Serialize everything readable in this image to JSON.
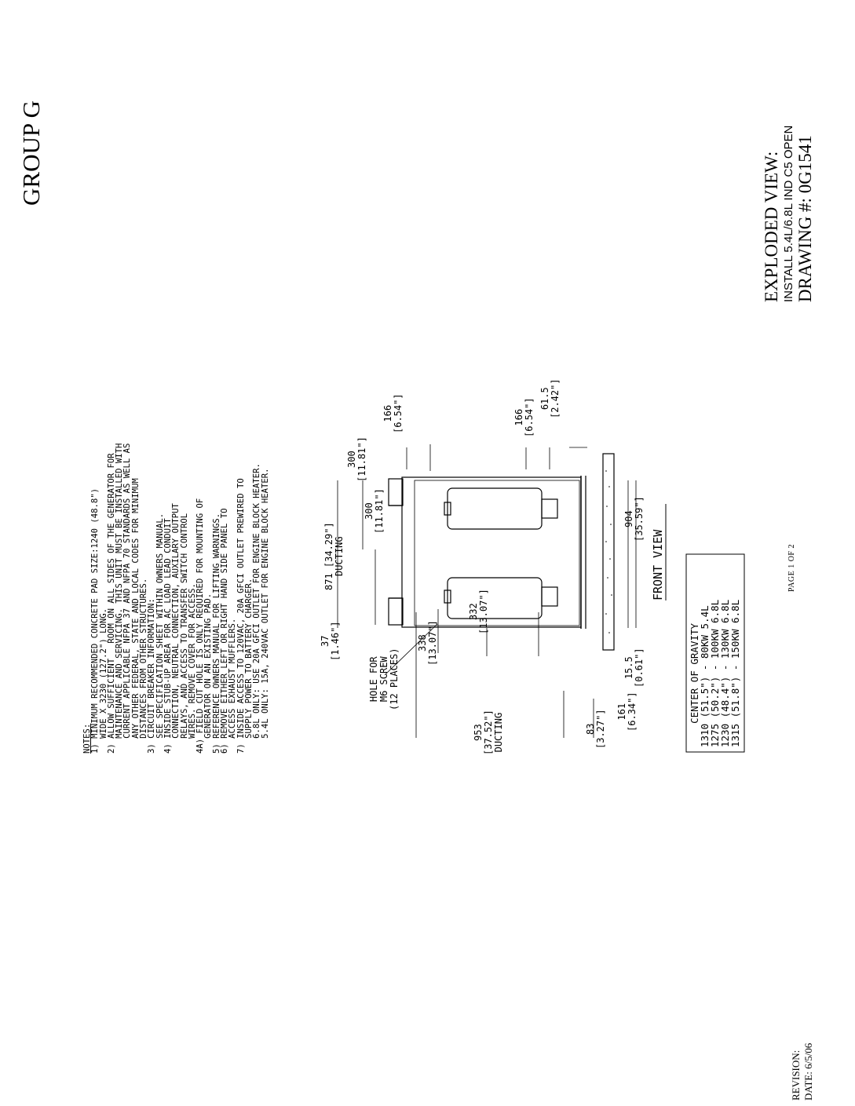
{
  "header": {
    "group_title": "GROUP G"
  },
  "title_block": {
    "exploded_view": "EXPLODED VIEW:",
    "install_label": "INSTALL 5.4L/6.8L IND C5 OPEN",
    "drawing_number": "DRAWING #: 0G1541"
  },
  "footer": {
    "page_label": "PAGE 1 OF 2",
    "revision": "REVISION:",
    "date": "DATE: 6/5/06"
  },
  "notes": {
    "heading": "NOTES:",
    "lines": [
      "1) MINIMUM RECOMMENDED CONCRETE PAD SIZE:1240 (48.8\")",
      "   WIDE X 3230 (127.2\") LONG.",
      "2) ALLOW SUFFICIENT   ROOM ON ALL SIDES OF THE GENERATOR FOR",
      "   MAINTENANCE AND SERVICING. THIS UNIT MUST BE INSTALLED WITH",
      "   CURRENT APPLICABLE NFPA 37 AND NFPA 70 STANDARDS AS WELL AS",
      "   ANY OTHER FEDERAL, STATE AND LOCAL CODES FOR MINIMUM",
      "   DISTANCES FROM OTHER STRUCTURES.",
      "3) CIRCUIT BREAKER INFORMATION:",
      "   SEE SPECIFICATION SHEET WITHIN OWNERS MANUAL.",
      "4) INSIDE STUB-UP AREA FOR AC LOAD LEAD CONDUIT",
      "   CONNECTION, NEUTRAL CONNECTION, AUXILARY OUTPUT",
      "   RELAYS, AND ACCESS TO TRANSFER SWITCH CONTROL",
      "   WIRES. REMOVE COVER FOR ACCESS.",
      "4A) FIELD CUT HOLE IS ONLY REQUIRED FOR MOUNTING OF",
      "   GENERATOR ON AN EXISTING PAD.",
      "5) REFERENCE OWNERS MANUAL FOR LIFTING WARNINGS.",
      "6) REMOVE EITHER LEFT OR RIGHT HAND SIDE PANEL TO",
      "   ACCESS EXHAUST MUFFLERS.",
      "7) INSIDE ACCESS TO 120VAC, 20A GFCI OUTLET PREWIRED TO",
      "   SUPPLY POWER TO BATTERY CHARGER.",
      "   6.8L ONLY: USE 20A GFCI OUTLET FOR ENGINE BLOCK HEATER.",
      "   5.4L ONLY: 15A, 240VAC OUTLET FOR ENGINE BLOCK HEATER."
    ]
  },
  "diagram": {
    "hole_label": [
      "HOLE FOR",
      "M6 SCREW",
      "(12 PLACES)"
    ],
    "front_view": "FRONT VIEW",
    "cog_title": "CENTER OF GRAVITY",
    "cog_rows": [
      "1310 (51.5\") - 80KW 5.4L",
      "1275 (50.2\") - 100KW 6.8L",
      "1230 (48.4\") - 130KW 6.8L",
      "1315 (51.8\") - 150KW 6.8L"
    ],
    "dims": {
      "d953": "953",
      "d953b": "[37.52\"]",
      "d953c": "DUCTING",
      "d83": "83",
      "d83b": "[3.27\"]",
      "d161": "161",
      "d161b": "[6.34\"]",
      "d155": "15.5",
      "d155b": "[0.61\"]",
      "d338": "338",
      "d338b": "[13.07\"]",
      "d332": "332",
      "d332b": "[13.07\"]",
      "d37": "37",
      "d37b": "[1.46\"]",
      "d871": "871 [34.29\"]",
      "d871b": "DUCTING",
      "d300a": "300",
      "d300ab": "[11.81\"]",
      "d300b": "300",
      "d300bb": "[11.81\"]",
      "d904": "904",
      "d904b": "[35.59\"]",
      "d166a": "166",
      "d166ab": "[6.54\"]",
      "d166b": "166",
      "d166bb": "[6.54\"]",
      "d615": "61.5",
      "d615b": "[2.42\"]"
    }
  }
}
